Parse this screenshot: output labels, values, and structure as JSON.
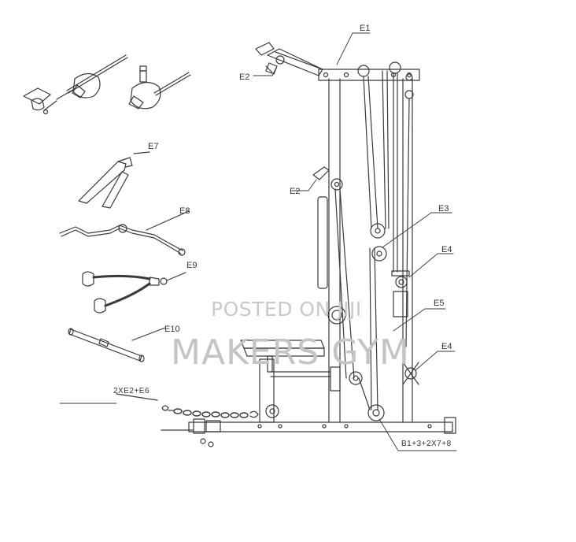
{
  "labels": {
    "e1": "E1",
    "e2_top": "E2",
    "e2_mid": "E2",
    "e3": "E3",
    "e4_top": "E4",
    "e4_bottom": "E4",
    "e5": "E5",
    "e7": "E7",
    "e8": "E8",
    "e9": "E9",
    "e10": "E10",
    "chain": "2XE2+E6",
    "base": "B1+3+2X7+8"
  },
  "watermark": {
    "line1": "POSTED ON JIJI",
    "line2": "MAKERS GYM"
  },
  "colors": {
    "line": "#3a3a3a",
    "watermark": "#c4c4c4"
  }
}
